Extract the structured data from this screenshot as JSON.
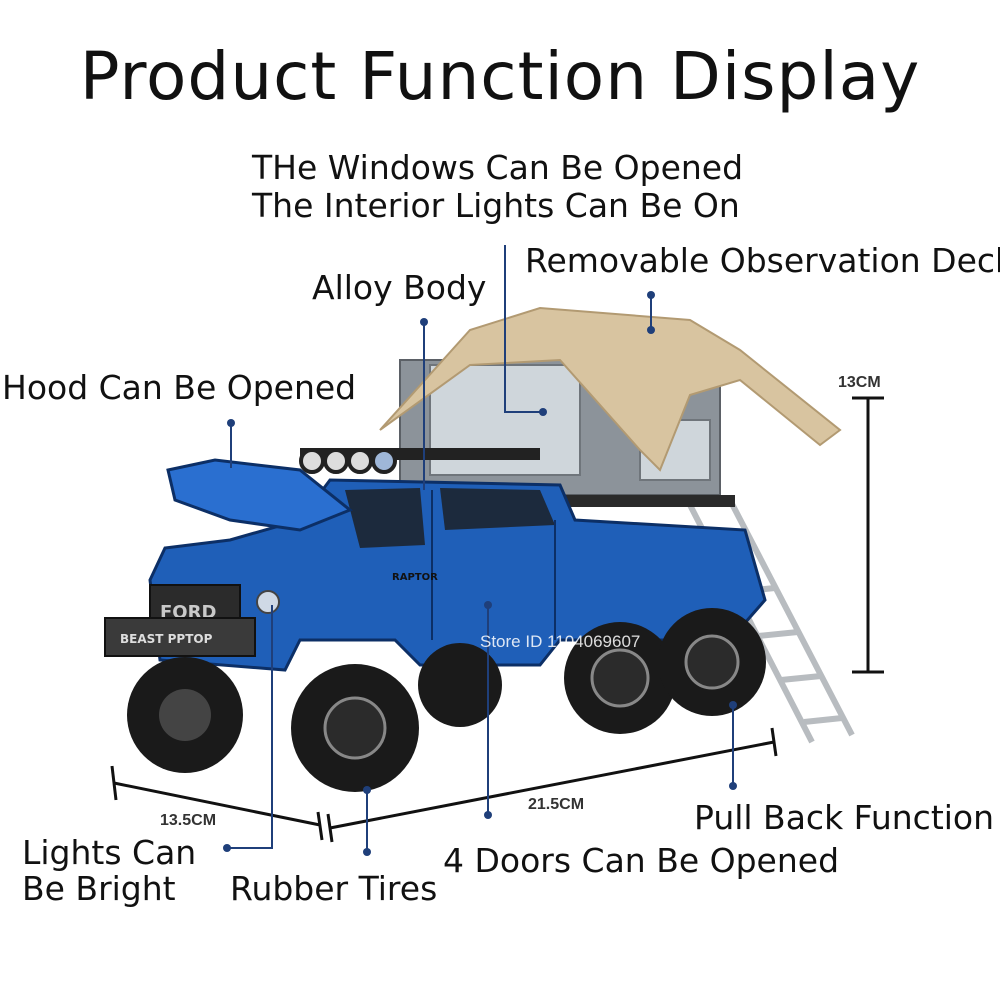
{
  "title": "Product Function Display",
  "features": {
    "windows": "THe Windows Can Be Opened",
    "interior_lights": "The Interior Lights Can Be On",
    "observation_deck": "Removable Observation Deck",
    "alloy_body": "Alloy Body",
    "hood": "Hood Can Be Opened",
    "lights_line1": "Lights Can",
    "lights_line2": "Be Bright",
    "rubber_tires": "Rubber Tires",
    "doors": "4 Doors Can Be Opened",
    "pull_back": "Pull Back Function"
  },
  "dimensions": {
    "height": "13CM",
    "width": "13.5CM",
    "length": "21.5CM"
  },
  "watermark": "Store ID 1104069607",
  "product": {
    "grille_text": "FORD",
    "bumper_text": "BEAST PPTOP",
    "badge_text": "RAPTOR"
  },
  "colors": {
    "body": "#1f5fb8",
    "tent_canopy": "#d8c4a0",
    "tent_body": "#8c939a",
    "tire": "#1a1a1a"
  }
}
